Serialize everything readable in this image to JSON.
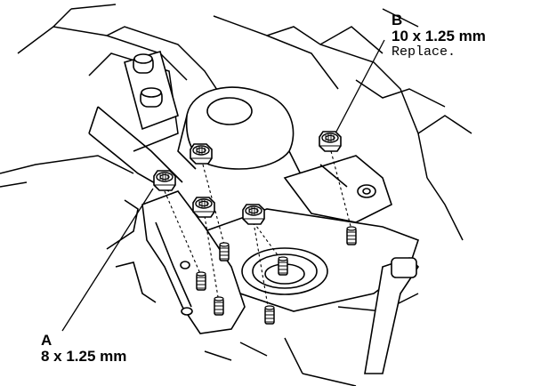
{
  "callouts": {
    "a": {
      "letter": "A",
      "spec": "8 x 1.25 mm"
    },
    "b": {
      "letter": "B",
      "spec": "10 x 1.25 mm",
      "note": "Replace."
    }
  },
  "icons": {
    "flange-nut": "flange-nut-icon",
    "stud-bolt": "stud-bolt-icon",
    "shock-mount": "shock-mount-icon"
  },
  "colors": {
    "line": "#000000",
    "background": "#ffffff"
  }
}
